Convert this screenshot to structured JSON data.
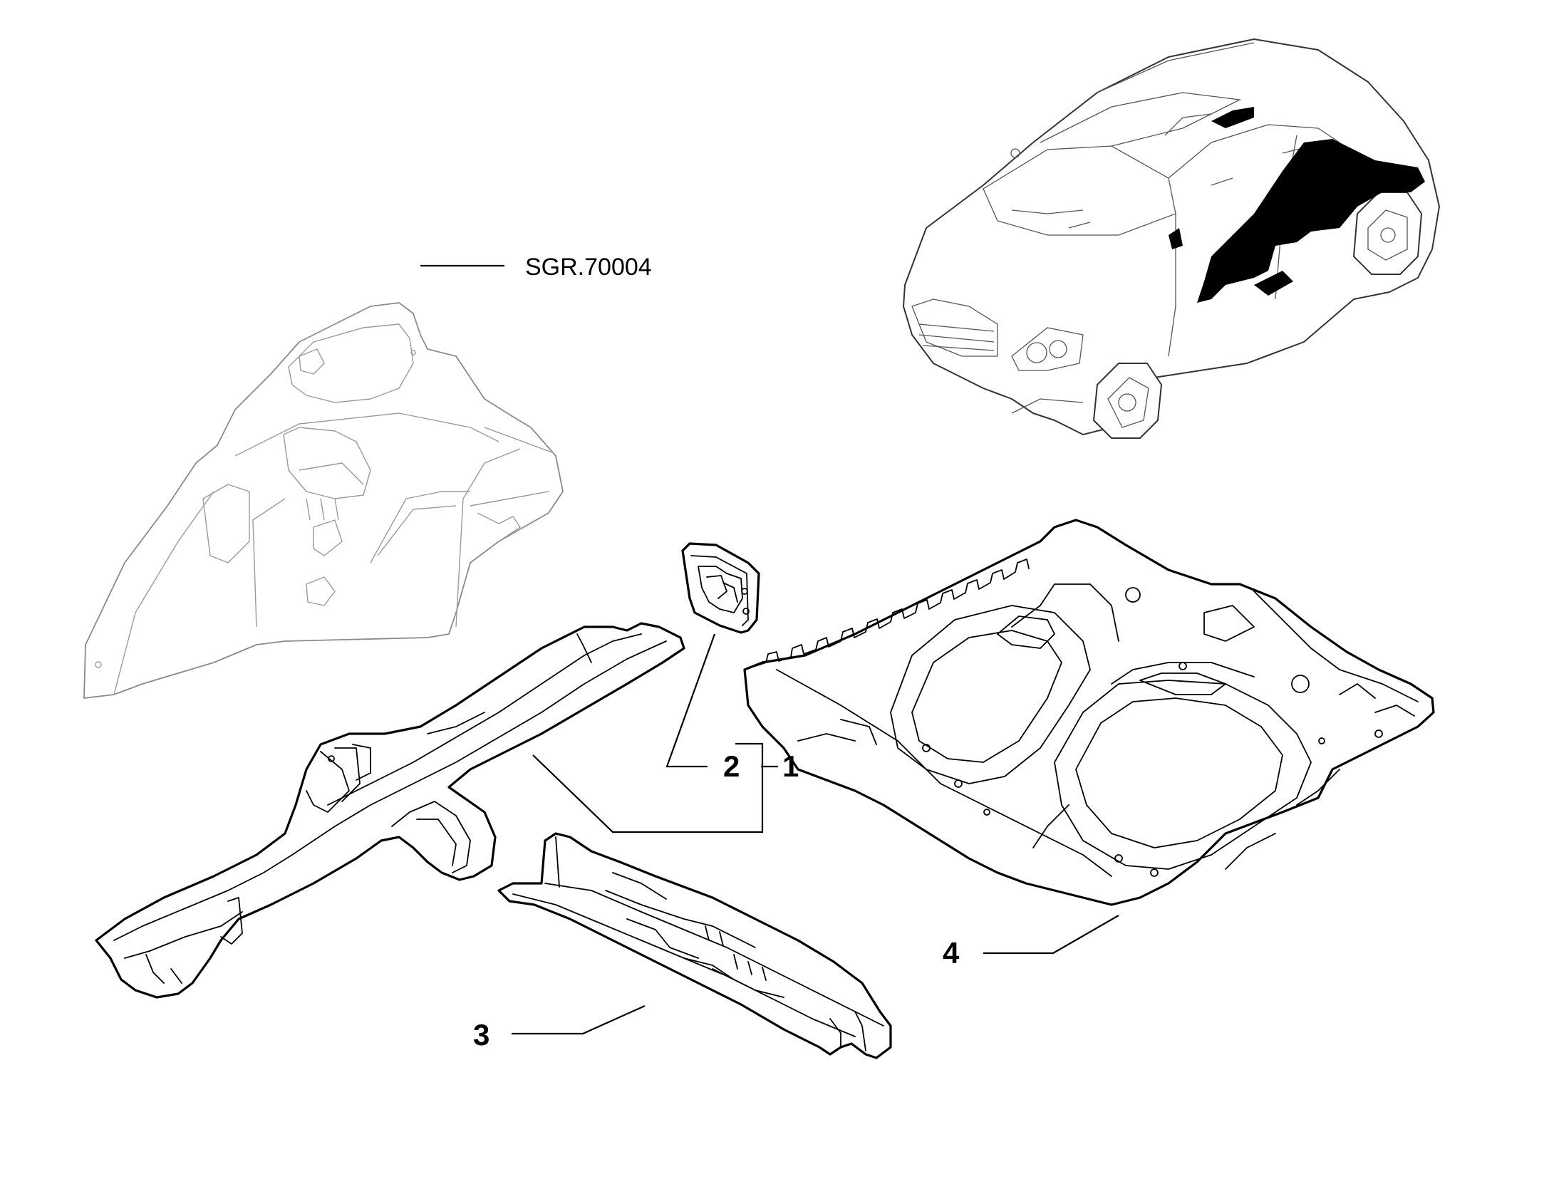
{
  "callouts": {
    "c1": "1",
    "c2": "2",
    "c3": "3",
    "c4": "4",
    "ref": "SGR.70004"
  },
  "colors": {
    "line": "#000000",
    "ghost_line": "#8a8a8a",
    "background": "#ffffff"
  }
}
